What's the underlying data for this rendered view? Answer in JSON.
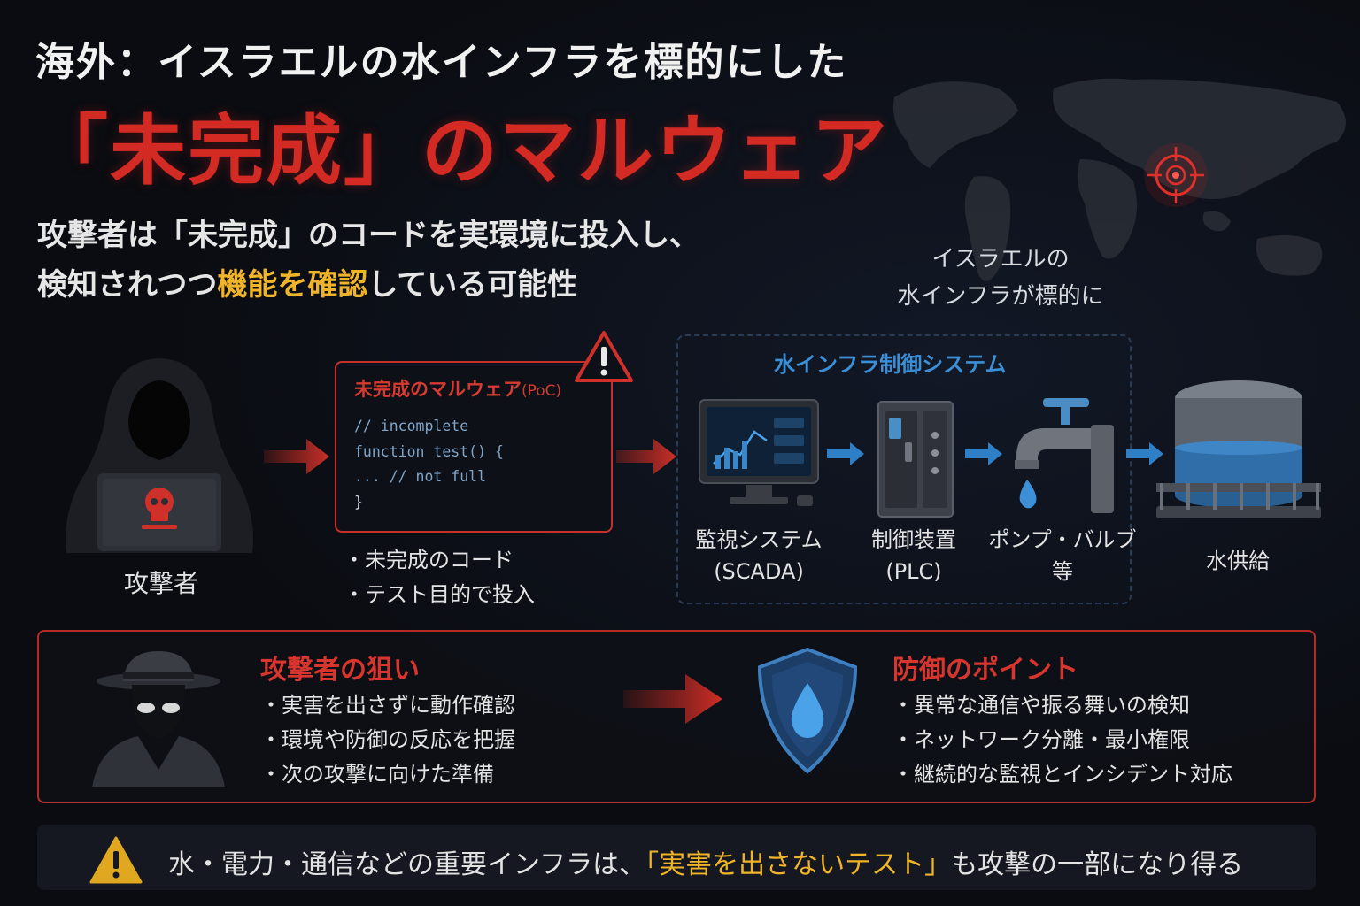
{
  "header": {
    "title_line1": "海外：イスラエルの水インフラを標的にした",
    "title_line2": "「未完成」のマルウェア",
    "sub_line1": "攻撃者は「未完成」のコードを実環境に投入し、",
    "sub_line2_a": "検知されつつ",
    "sub_line2_highlight": "機能を確認",
    "sub_line2_b": "している可能性"
  },
  "map": {
    "label_line1": "イスラエルの",
    "label_line2": "水インフラが標的に"
  },
  "attacker": {
    "label": "攻撃者"
  },
  "malware": {
    "title": "未完成のマルウェア",
    "title_suffix": "(PoC)",
    "code": [
      "// incomplete",
      "function test() {",
      "... // not full",
      "}"
    ],
    "notes": [
      "・未完成のコード",
      "・テスト目的で投入"
    ]
  },
  "infra": {
    "title": "水インフラ制御システム",
    "items": [
      {
        "line1": "監視システム",
        "line2": "(SCADA)"
      },
      {
        "line1": "制御装置",
        "line2": "(PLC)"
      },
      {
        "line1": "ポンプ・バルブ",
        "line2": "等"
      }
    ],
    "supply_label": "水供給"
  },
  "goals": {
    "attacker_title": "攻撃者の狙い",
    "attacker_items": [
      "・実害を出さずに動作確認",
      "・環境や防御の反応を把握",
      "・次の攻撃に向けた準備"
    ],
    "defense_title": "防御のポイント",
    "defense_items": [
      "・異常な通信や振る舞いの検知",
      "・ネットワーク分離・最小権限",
      "・継続的な監視とインシデント対応"
    ]
  },
  "footer": {
    "text_a": "水・電力・通信などの重要インフラは、",
    "text_highlight": "「実害を出さないテスト」",
    "text_b": "も攻撃の一部になり得る"
  },
  "colors": {
    "accent_red": "#d42a24",
    "accent_yellow": "#f0b429",
    "accent_blue": "#3b8fd6"
  },
  "icons": [
    "world-map-icon",
    "target-icon",
    "hooded-hacker-icon",
    "skull-icon",
    "warning-icon",
    "monitor-icon",
    "plc-cabinet-icon",
    "faucet-icon",
    "water-tank-icon",
    "spy-icon",
    "shield-water-icon"
  ]
}
